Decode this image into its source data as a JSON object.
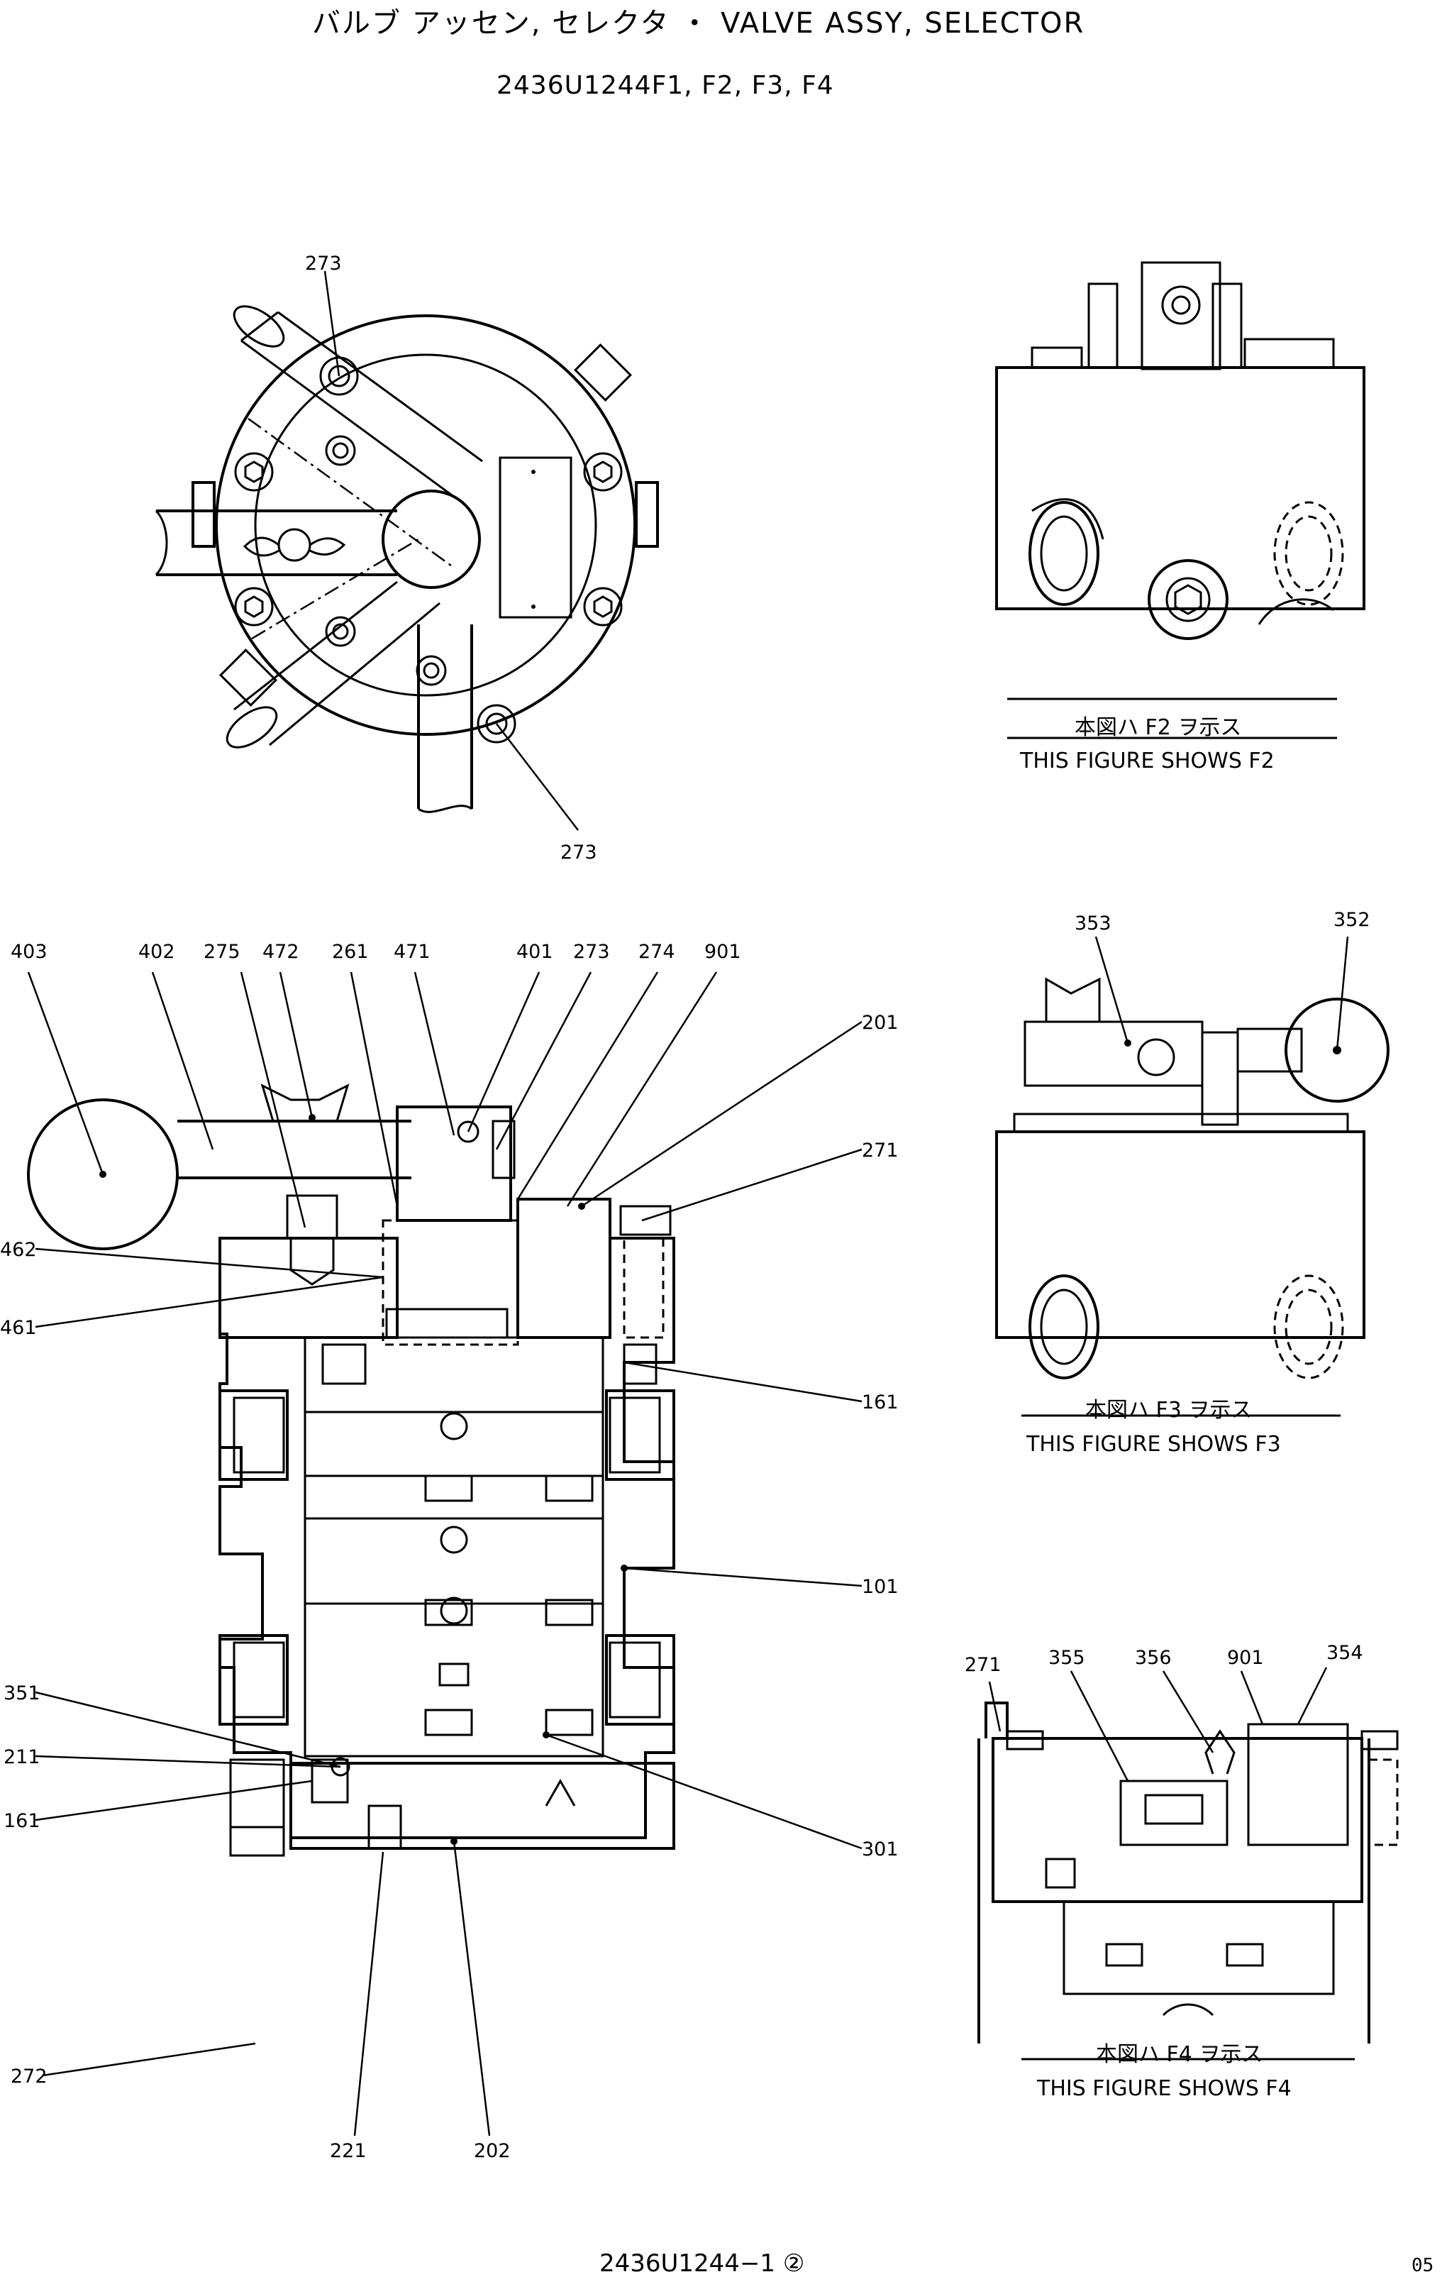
{
  "header": {
    "title": "バルブ アッセン, セレクタ ・ VALVE ASSY, SELECTOR",
    "part_numbers": "2436U1244F1, F2, F3, F4"
  },
  "views": {
    "top_view": {
      "labels": {
        "a": "273",
        "b": "273"
      }
    },
    "section_view": {
      "labels": {
        "l403": "403",
        "l402": "402",
        "l275": "275",
        "l472": "472",
        "l261": "261",
        "l471": "471",
        "l401": "401",
        "l273": "273",
        "l274": "274",
        "l901": "901",
        "l201": "201",
        "l271": "271",
        "l462": "462",
        "l461": "461",
        "l161a": "161",
        "l101": "101",
        "l351": "351",
        "l211": "211",
        "l161b": "161",
        "l301": "301",
        "l272": "272",
        "l221": "221",
        "l202": "202"
      }
    },
    "f2_view": {
      "caption_jp": "本図ハ F2 ヲ示ス",
      "caption_en": "THIS FIGURE SHOWS F2"
    },
    "f3_view": {
      "labels": {
        "l353": "353",
        "l352": "352"
      },
      "caption_jp": "本図ハ F3 ヲ示ス",
      "caption_en": "THIS FIGURE SHOWS F3"
    },
    "f4_view": {
      "labels": {
        "l271": "271",
        "l355": "355",
        "l356": "356",
        "l901": "901",
        "l354": "354"
      },
      "caption_jp": "本図ハ F4 ヲ示ス",
      "caption_en": "THIS FIGURE SHOWS F4"
    }
  },
  "footer": {
    "drawing_number": "2436U1244−1 ②",
    "page_number": "05"
  }
}
